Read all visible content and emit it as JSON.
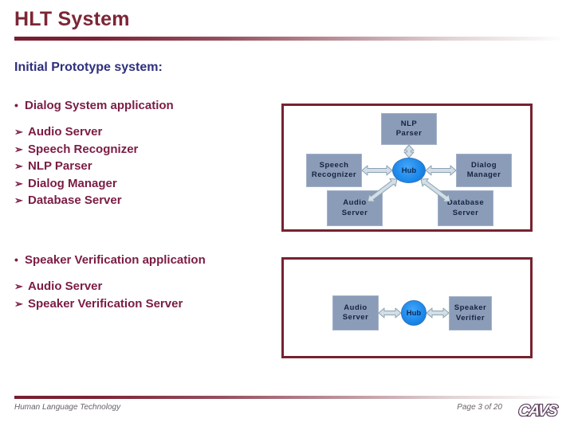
{
  "colors": {
    "title_maroon": "#7c2636",
    "bullet_maroon": "#7b1c44",
    "subtitle_navy": "#2e2f7d",
    "frame_border": "#76222f",
    "node_fill": "#8a9cb8",
    "node_text": "#17233f",
    "hub_blue": "#1e8aec",
    "footer_gray": "#67606a"
  },
  "header": {
    "title": "HLT System"
  },
  "intro": {
    "label": "Initial Prototype system:"
  },
  "bullets": {
    "dot": "•",
    "arrow": "➢"
  },
  "sections": [
    {
      "heading": "Dialog System application",
      "items": [
        "Audio Server",
        "Speech Recognizer",
        "NLP Parser",
        "Dialog Manager",
        "Database Server"
      ]
    },
    {
      "heading": "Speaker Verification application",
      "items": [
        "Audio Server",
        "Speaker Verification Server"
      ]
    }
  ],
  "diagram1": {
    "nlp": "NLP Parser",
    "speech": "Speech Recognizer",
    "dialog": "Dialog Manager",
    "audio": "Audio Server",
    "database": "Database Server",
    "hub": "Hub"
  },
  "diagram2": {
    "audio": "Audio Server",
    "hub": "Hub",
    "speaker": "Speaker Verifier"
  },
  "footer": {
    "left": "Human Language Technology",
    "page": "Page 3 of 20",
    "logo": "CAVS"
  }
}
